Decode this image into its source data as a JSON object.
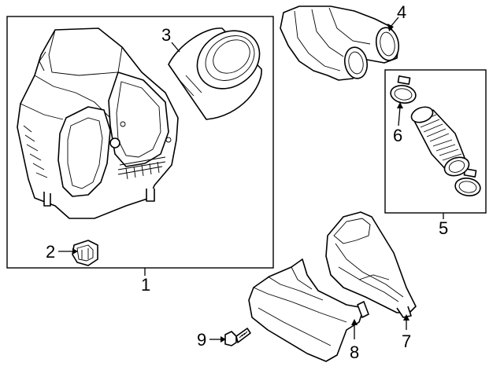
{
  "callouts": {
    "c1": "1",
    "c2": "2",
    "c3": "3",
    "c4": "4",
    "c5": "5",
    "c6": "6",
    "c7": "7",
    "c8": "8",
    "c9": "9"
  },
  "parts": [
    {
      "callout": "1",
      "icon": "air-cleaner-housing-icon"
    },
    {
      "callout": "2",
      "icon": "grommet-icon"
    },
    {
      "callout": "3",
      "icon": "air-filter-element-icon"
    },
    {
      "callout": "4",
      "icon": "intake-duct-icon"
    },
    {
      "callout": "5",
      "icon": "hose-assembly-icon"
    },
    {
      "callout": "6",
      "icon": "hose-clamp-icon"
    },
    {
      "callout": "7",
      "icon": "air-inlet-duct-icon"
    },
    {
      "callout": "8",
      "icon": "lower-air-guide-icon"
    },
    {
      "callout": "9",
      "icon": "bolt-icon"
    }
  ]
}
